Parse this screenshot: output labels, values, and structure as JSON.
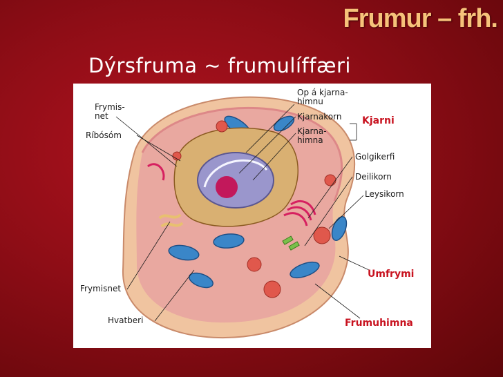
{
  "slide": {
    "title": "Frumur – frh.",
    "subtitle": "Dýrsfruma ~ frumulíffæri"
  },
  "diagram": {
    "labels": {
      "frymisnet_top": "Frymis-\nnet",
      "ribosom": "Ríbósóm",
      "op_kjarnahimnu": "Op á kjarna-\nhimnu",
      "kjarnakorn": "Kjarnakorn",
      "kjarnahimna": "Kjarna-\nhimna",
      "golgikerfi": "Golgikerfi",
      "deilikorn": "Deilikorn",
      "leysikorn": "Leysikorn",
      "frymisnet_bottom": "Frymisnet",
      "hvatberi": "Hvatberi"
    },
    "highlight_labels": {
      "kjarni": "Kjarni",
      "umfrymi": "Umfrymi",
      "frumuhimna": "Frumuhimna"
    },
    "colors": {
      "highlight": "#c8121f",
      "title": "#f6c27a",
      "cytoplasm": "#e9a8a0",
      "membrane": "#f0c4a0",
      "nucleus": "#9a96cc",
      "mitochondria": "#3a86c8"
    }
  }
}
